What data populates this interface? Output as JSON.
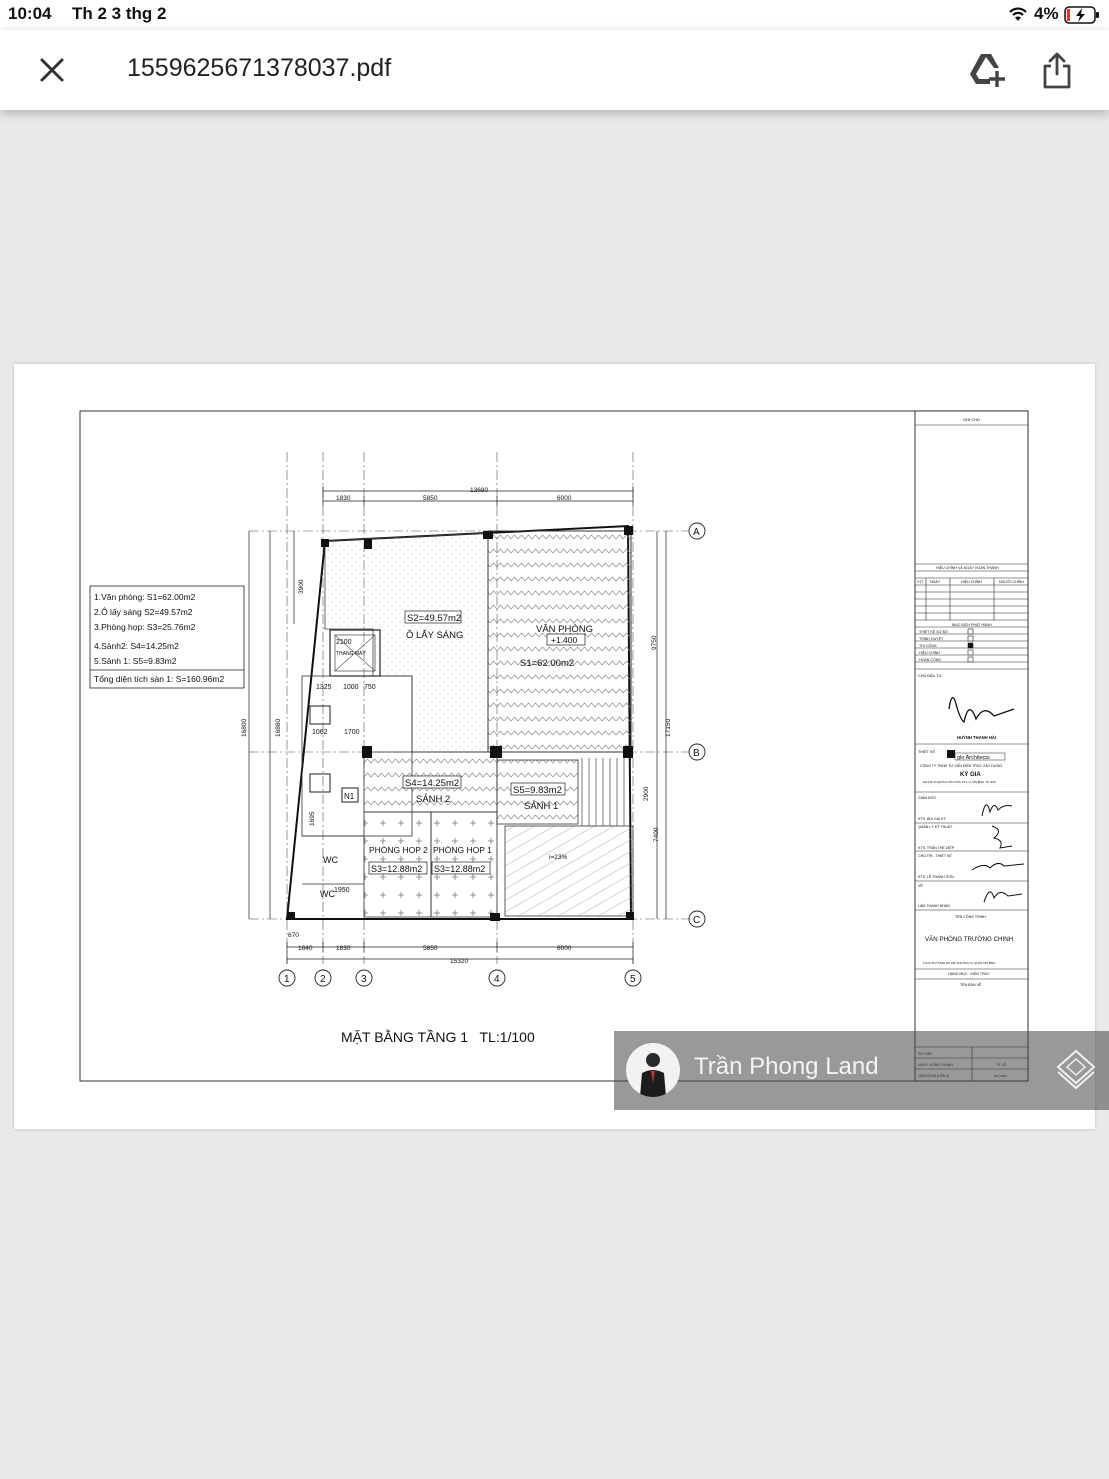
{
  "status_bar": {
    "time": "10:04",
    "date": "Th 2 3 thg 2",
    "battery": "4%"
  },
  "toolbar": {
    "title": "1559625671378037.pdf",
    "close_icon": "close-icon",
    "drive_icon": "add-to-drive-icon",
    "share_icon": "share-icon"
  },
  "plan": {
    "legend": [
      "1.Văn phòng: S1=62.00m2",
      "2.Ô lấy sáng S2=49.57m2",
      "3.Phòng họp: S3=25.76m2",
      "4.Sảnh2: S4=14.25m2",
      "5.Sảnh 1: S5=9.83m2"
    ],
    "legend_total": "Tổng diện tích sàn 1: S=160.96m2",
    "rooms": {
      "s2_area": "S2=49.57m2",
      "s2_name": "Ô LẤY SÁNG",
      "s1_name": "VĂN PHÒNG",
      "s1_level": "+1.400",
      "s1_area": "S1=62.00m2",
      "s4_area": "S4=14.25m2",
      "s4_name": "SẢNH 2",
      "s5_area": "S5=9.83m2",
      "s5_name": "SẢNH 1",
      "meeting2_name": "PHÒNG HỌP 2",
      "meeting2_area": "S3=12.88m2",
      "meeting1_name": "PHÒNG HỌP 1",
      "meeting1_area": "S3=12.88m2",
      "wc_upper": "WC",
      "wc_lower": "WC",
      "n1": "N1",
      "elevator": "THANG MÁY",
      "ramp": "i=23%"
    },
    "dimensions": {
      "top_total": "13680",
      "top_1": "1830",
      "top_2": "5850",
      "top_3": "6000",
      "bottom_total": "15320",
      "bottom_0": "670",
      "bottom_1": "1640",
      "bottom_2": "1830",
      "bottom_3": "5850",
      "bottom_4": "6000",
      "left_total": "16800",
      "left_inner": "16880",
      "left_top": "3900",
      "right_1": "9750",
      "right_total": "17150",
      "right_2": "2900",
      "right_3": "7400",
      "inner_2100": "2100",
      "inner_1325": "1325",
      "inner_1000": "1000",
      "inner_750": "750",
      "inner_1700": "1700",
      "inner_1062": "1062",
      "inner_1950": "1950",
      "inner_1695": "1695"
    },
    "axes": [
      "A",
      "B",
      "C",
      "1",
      "2",
      "3",
      "4",
      "5"
    ],
    "drawing_title": "MẶT BẰNG TẦNG 1   TL:1/100"
  },
  "title_block": {
    "notes_header": "GHI CHÚ",
    "revision_header": "HIỆU CHỈNH VÀ NGÀY HOÀN THÀNH",
    "rev_cols": [
      "STT",
      "NGÀY",
      "HIỆU CHỈNH",
      "NGƯỜI CHỈNH"
    ],
    "purpose_header": "MỤC ĐÍCH PHÁT HÀNH",
    "purposes": [
      "THIẾT KẾ SƠ BỘ",
      "TRÌNH DUYỆT",
      "THI CÔNG",
      "HIỆU CHỈNH",
      "HOÀN CÔNG"
    ],
    "owner_label": "CHỦ ĐẦU TƯ",
    "owner_name": "HUỲNH THANH HẢI",
    "design_label": "THIẾT KẾ",
    "firm_logo": "glo Architects",
    "firm_line": "CÔNG TY TNHH TƯ VẤN KIẾN TRÚC XÂY DỰNG",
    "firm_name": "KỲ GIA",
    "firm_addr": "ĐỊA CHỈ: 10 QUÁCH VĂN TUẤN, P.12, Q. TÂN BÌNH, TP. HCM",
    "director_label": "GIÁM ĐỐC",
    "director_name": "KTS. BÙI GIA KỲ",
    "tech_label": "QUẢN LÝ KỸ THUẬT",
    "tech_name": "KTS. TRẦN THẾ DIỆP",
    "lead_label": "CHỦ TRÌ - THIẾT KẾ",
    "lead_name": "KTS. LÊ THANH SƠN",
    "draw_label": "VẼ",
    "draw_name": "LÂM THANH NHÂN",
    "project_label": "TÊN CÔNG TRÌNH",
    "project_name": "VĂN PHÒNG TRƯỜNG CHINH",
    "project_addr": "THỬA 26 TỜ BẢN ĐỒ 166, PHƯỜNG 15, QUẬN TÂN BÌNH",
    "category": "HẠNG MỤC : KIẾN TRÚC",
    "sheet_label": "TÊN BẢN VẼ",
    "sheet_no_label": "SỐ HIỆU",
    "done_label": "NGÀY HOÀN THÀNH",
    "scale_label": "TỶ LỆ",
    "done_date": "16/01/2018 (LẦN 3)",
    "scale_value": "As Indic"
  },
  "watermark": {
    "name": "Trần Phong Land",
    "logo_icon": "stacked-layers-logo-icon"
  }
}
